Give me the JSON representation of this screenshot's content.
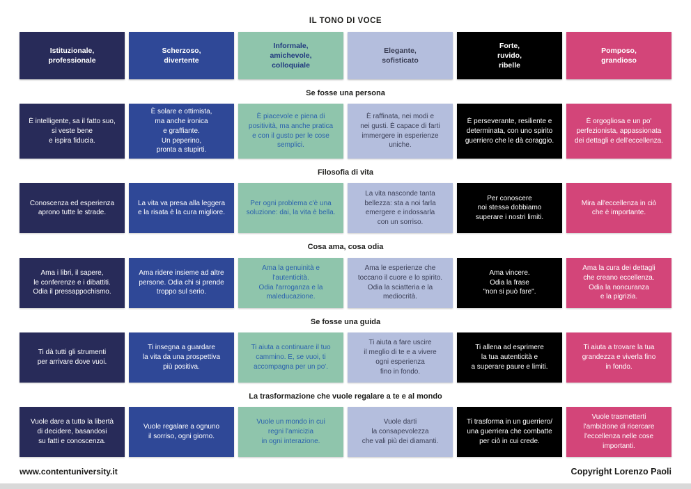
{
  "title": "IL TONO DI VOCE",
  "columns": [
    {
      "label": "Istituzionale,\nprofessionale",
      "bg": "#282b59",
      "header_text": "#ffffff",
      "body_text": "#ffffff"
    },
    {
      "label": "Scherzoso,\ndivertente",
      "bg": "#2f4897",
      "header_text": "#ffffff",
      "body_text": "#ffffff"
    },
    {
      "label": "Informale,\namichevole,\ncolloquiale",
      "bg": "#8fc5ac",
      "header_text": "#21397f",
      "body_text": "#2b62ad"
    },
    {
      "label": "Elegante,\nsofisticato",
      "bg": "#b4bedd",
      "header_text": "#3a3e55",
      "body_text": "#3a3e55"
    },
    {
      "label": "Forte,\nruvido,\nribelle",
      "bg": "#000000",
      "header_text": "#ffffff",
      "body_text": "#ffffff"
    },
    {
      "label": "Pomposo,\ngrandioso",
      "bg": "#d34579",
      "header_text": "#ffffff",
      "body_text": "#ffffff"
    }
  ],
  "sections": [
    {
      "label": "Se fosse una persona",
      "cells": [
        "È intelligente, sa il fatto suo,\nsi veste bene\ne ispira fiducia.",
        "È solare e ottimista,\nma anche ironica\ne graffiante.\nUn peperino,\npronta a stupirti.",
        "È piacevole e piena di\npositività, ma anche pratica\ne con il gusto per le cose\nsemplici.",
        "È raffinata, nei modi e\nnei gusti. È capace di farti\nimmergere in esperienze\nuniche.",
        "È perseverante, resiliente e\ndeterminata, con uno spirito\nguerriero che le dà coraggio.",
        "È orgogliosa e un po'\nperfezionista, appassionata\ndei dettagli e dell'eccellenza."
      ]
    },
    {
      "label": "Filosofia di vita",
      "cells": [
        "Conoscenza ed esperienza\naprono tutte le strade.",
        "La vita va presa alla leggera\ne la risata è la cura migliore.",
        "Per ogni problema c'è una\nsoluzione: dai, la vita è bella.",
        "La vita nasconde tanta\nbellezza: sta a noi farla\nemergere e indossarla\ncon un sorriso.",
        "Per conoscere\nnoi stessə dobbiamo\nsuperare i nostri limiti.",
        "Mira all'eccellenza in ciò\nche è importante."
      ]
    },
    {
      "label": "Cosa ama, cosa odia",
      "cells": [
        "Ama i libri, il sapere,\nle conferenze e i dibattiti.\nOdia il pressappochismo.",
        "Ama ridere insieme ad altre\npersone. Odia chi si prende\ntroppo sul serio.",
        "Ama la genuinità e\nl'autenticità.\nOdia l'arroganza e la\nmaleducazione.",
        "Ama le esperienze che\ntoccano il cuore e lo spirito.\nOdia la sciatteria e la\nmediocrità.",
        "Ama vincere.\nOdia la frase\n\"non si può fare\".",
        "Ama la cura dei dettagli\nche creano eccellenza.\nOdia la noncuranza\ne la pigrizia."
      ]
    },
    {
      "label": "Se fosse una guida",
      "cells": [
        "Ti dà tutti gli strumenti\nper arrivare dove vuoi.",
        "Ti insegna a guardare\nla vita da una prospettiva\npiù positiva.",
        "Ti aiuta a continuare il tuo\ncammino. E, se vuoi, ti\naccompagna per un po'.",
        "Ti aiuta a fare uscire\nil meglio di te e a vivere\nogni esperienza\nfino in fondo.",
        "Ti allena ad esprimere\nla tua autenticità e\na superare paure e limiti.",
        "Ti aiuta a trovare la tua\ngrandezza e viverla fino\nin fondo."
      ]
    },
    {
      "label": "La trasformazione che vuole regalare a te e al mondo",
      "cells": [
        "Vuole dare a tuttə la libertà\ndi decidere, basandosi\nsu fatti e conoscenza.",
        "Vuole regalare a ognuno\nil sorriso, ogni giorno.",
        "Vuole un mondo in cui\nregni l'amicizia\nin ogni interazione.",
        "Vuole darti\nla consapevolezza\nche vali più dei diamanti.",
        "Ti trasforma in un guerriero/\nuna guerriera che combatte\nper ciò in cui crede.",
        "Vuole trasmetterti\nl'ambizione di ricercare\nl'eccellenza nelle cose\nimportanti."
      ]
    }
  ],
  "footer": {
    "left": "www.contentuniversity.it",
    "right": "Copyright Lorenzo Paoli"
  },
  "colors": {
    "heading_text": "#1d1d1b",
    "bottom_strip": "#d9d9d9"
  }
}
